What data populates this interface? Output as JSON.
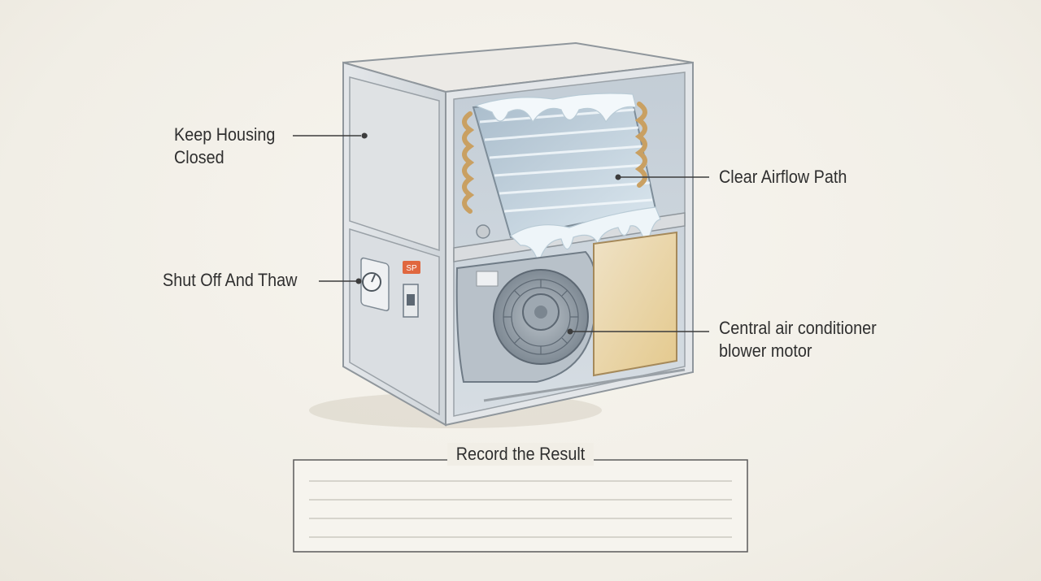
{
  "labels": {
    "keep_housing_closed": "Keep Housing\nClosed",
    "shut_off_and_thaw": "Shut Off And Thaw",
    "clear_airflow_path": "Clear Airflow Path",
    "blower_motor": "Central air conditioner\nblower motor"
  },
  "record": {
    "title": "Record the Result",
    "line_count": 4
  },
  "control_panel": {
    "badge_text": "SP"
  },
  "colors": {
    "background": "#f1eee6",
    "cabinet": "#dfe3e6",
    "ice": "#e8f3f8",
    "copper": "#c9a062",
    "badge": "#e0673f",
    "ink": "#2f2f2f"
  }
}
